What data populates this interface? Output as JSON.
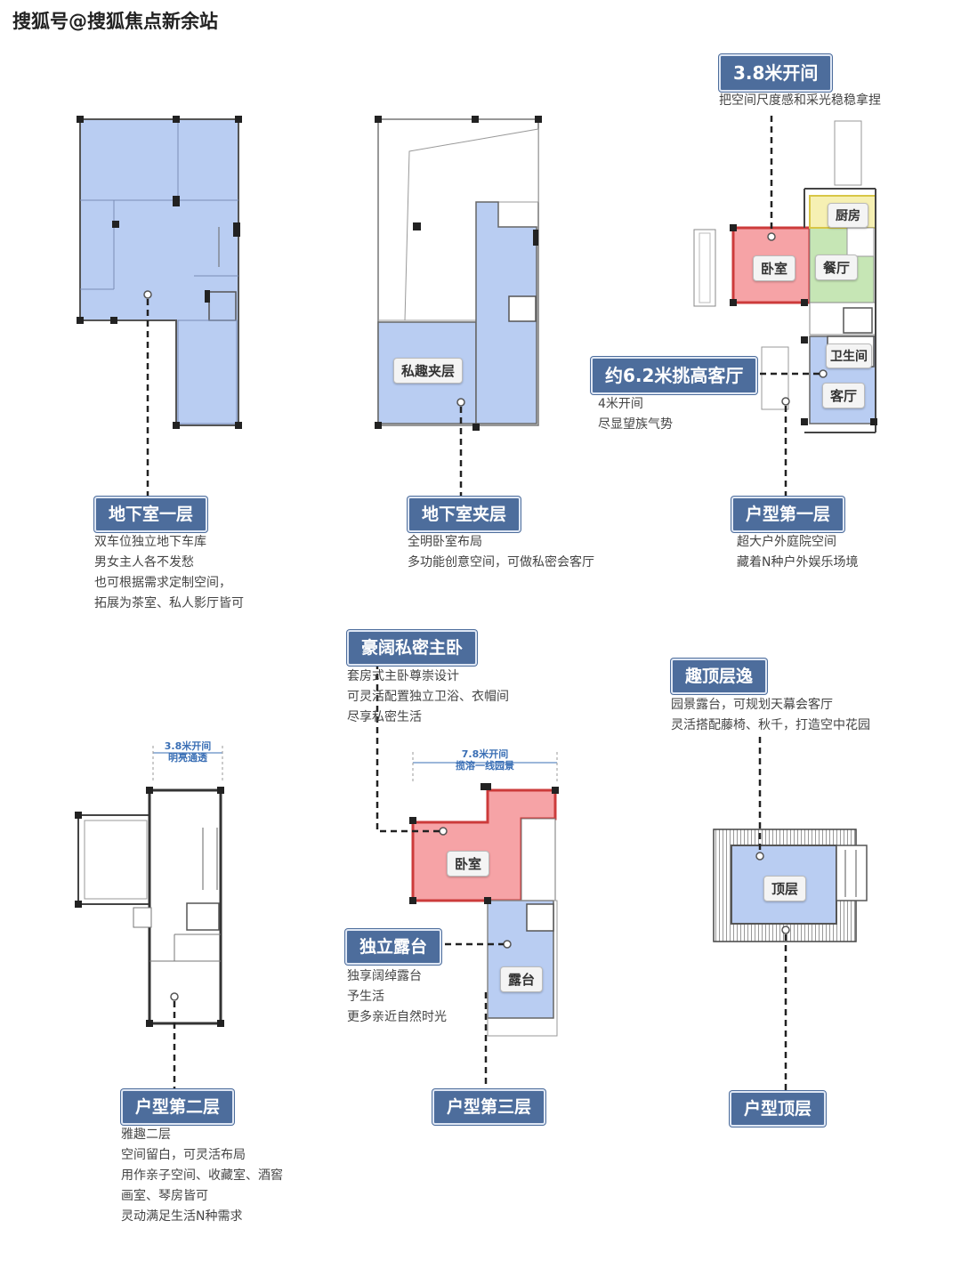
{
  "watermark": "搜狐号@搜狐焦点新余站",
  "sections": {
    "basement": {
      "title": "地下室一层",
      "lines": [
        "双车位独立地下车库",
        "男女主人各不发愁",
        "也可根据需求定制空间，",
        "拓展为茶室、私人影厅皆可"
      ]
    },
    "mezzanine": {
      "title": "地下室夹层",
      "room": "私趣夹层",
      "lines": [
        "全明卧室布局",
        "多功能创意空间，可做私密会客厅"
      ]
    },
    "first": {
      "title": "户型第一层",
      "lines": [
        "超大户外庭院空间",
        "藏着N种户外娱乐场境"
      ],
      "top_callout": {
        "title": "3.8米开间",
        "line": "把空间尺度感和采光稳稳拿捏"
      },
      "side_callout": {
        "title": "约6.2米挑高客厅",
        "lines": [
          "4米开间",
          "尽显望族气势"
        ]
      },
      "rooms": {
        "kitchen": "厨房",
        "bedroom": "卧室",
        "dining": "餐厅",
        "bathroom": "卫生间",
        "living": "客厅"
      }
    },
    "second": {
      "title": "户型第二层",
      "dim": [
        "3.8米开间",
        "明亮通透"
      ],
      "lines": [
        "雅趣二层",
        "空间留白，可灵活布局",
        "用作亲子空间、收藏室、酒窖",
        "画室、琴房皆可",
        "灵动满足生活N种需求"
      ]
    },
    "third": {
      "title": "户型第三层",
      "dim": [
        "7.8米开间",
        "揽溶一线园景"
      ],
      "master_callout": {
        "title": "豪阔私密主卧",
        "lines": [
          "套房式主卧尊崇设计",
          "可灵活配置独立卫浴、衣帽间",
          "尽享私密生活"
        ]
      },
      "terrace_callout": {
        "title": "独立露台",
        "lines": [
          "独享阔绰露台",
          "予生活",
          "更多亲近自然时光"
        ]
      },
      "rooms": {
        "bedroom": "卧室",
        "terrace": "露台"
      }
    },
    "top": {
      "title": "户型顶层",
      "callout": {
        "title": "趣顶层逸",
        "lines": [
          "园景露台，可规划天幕会客厅",
          "灵活搭配藤椅、秋千，打造空中花园"
        ]
      },
      "rooms": {
        "top": "顶层"
      }
    }
  },
  "colors": {
    "tag": "#4d6d9c",
    "blue_fill": "#b9cdf2",
    "red_fill": "#f6a3a6",
    "green_fill": "#c6e6b5",
    "yellow_fill": "#f6f0b3"
  }
}
